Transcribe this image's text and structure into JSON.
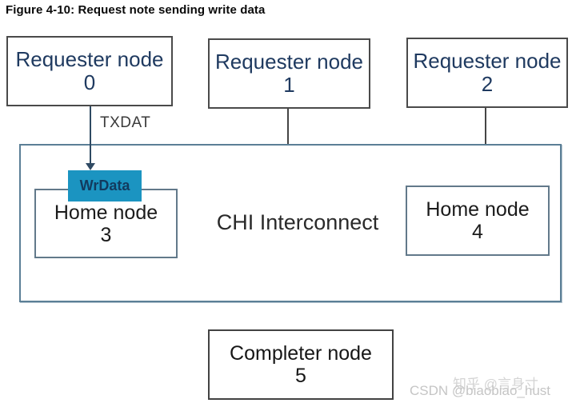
{
  "figure": {
    "title": "Figure 4-10: Request note sending write data"
  },
  "diagram": {
    "requester_nodes": [
      {
        "name": "Requester node",
        "id": "0"
      },
      {
        "name": "Requester node",
        "id": "1"
      },
      {
        "name": "Requester node",
        "id": "2"
      }
    ],
    "home_nodes": [
      {
        "name": "Home node",
        "id": "3"
      },
      {
        "name": "Home node",
        "id": "4"
      }
    ],
    "completer_node": {
      "name": "Completer node",
      "id": "5"
    },
    "interconnect_label": "CHI Interconnect",
    "channel_label": "TXDAT",
    "data_packet_label": "WrData"
  },
  "colors": {
    "node_text_navy": "#1f3a60",
    "packet_fill_teal": "#1b94c1",
    "packet_text_navy": "#123a5e",
    "interconnect_border_slate": "#5b7f96",
    "box_border_dark": "#4a4a4a",
    "arrow_navy": "#2f4a63",
    "watermark_gray": "#c9c9c9"
  },
  "watermarks": {
    "zhihu": "知乎 @言身寸",
    "csdn": "CSDN @biaobiao_hust"
  }
}
